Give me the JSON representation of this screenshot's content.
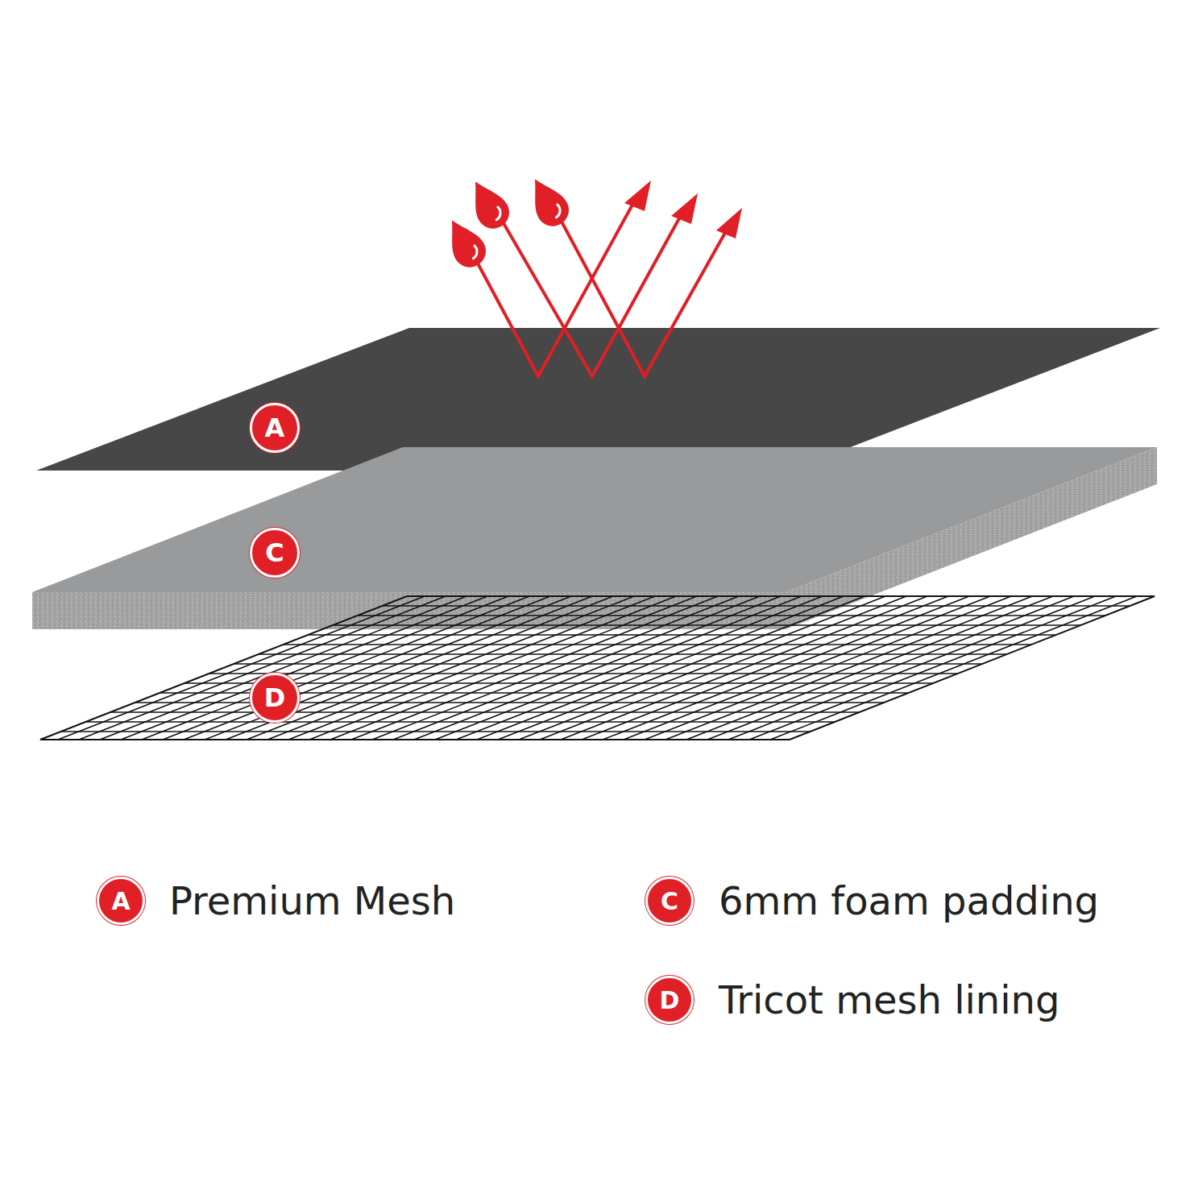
{
  "diagram": {
    "labels": [
      "A",
      "C",
      "D",
      "A",
      "Premium Mesh",
      "C",
      "6mm foam padding",
      "D",
      "Tricot mesh lining"
    ]
  }
}
